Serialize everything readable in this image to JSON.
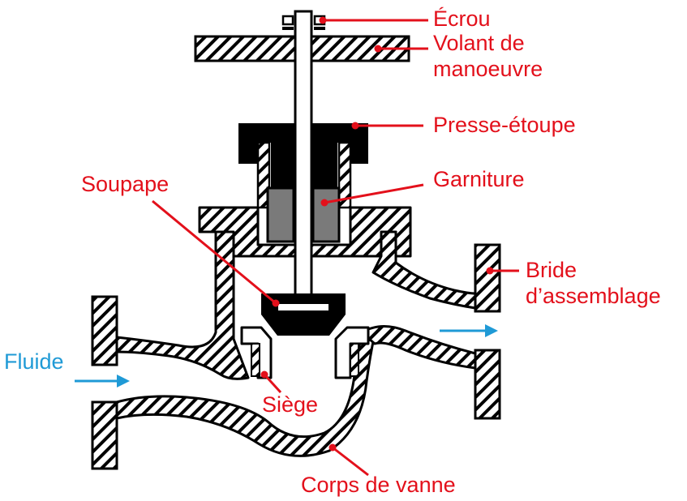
{
  "colors": {
    "label_red": "#e3101b",
    "flow_blue": "#1f9ad6",
    "packing_gray": "#7a7a7a",
    "outline": "#000000",
    "hatch": "#000000"
  },
  "labels": {
    "ecrou": "Écrou",
    "volant_line1": "Volant de",
    "volant_line2": "manoeuvre",
    "presse_etoupe": "Presse-étoupe",
    "garniture": "Garniture",
    "soupape": "Soupape",
    "bride_line1": "Bride",
    "bride_line2": "d’assemblage",
    "fluide": "Fluide",
    "siege": "Siège",
    "corps": "Corps de vanne"
  }
}
